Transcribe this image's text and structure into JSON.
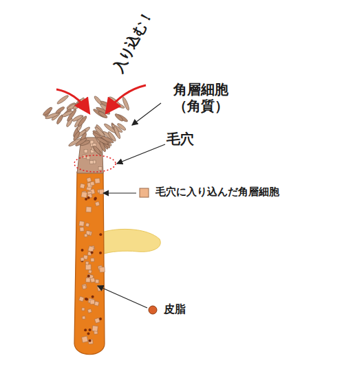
{
  "diagram": {
    "labels": [
      "入り込む！",
      "角層細胞 （角質）",
      "毛穴",
      "毛穴に入り込んだ角層細胞",
      "皮脂"
    ]
  }
}
